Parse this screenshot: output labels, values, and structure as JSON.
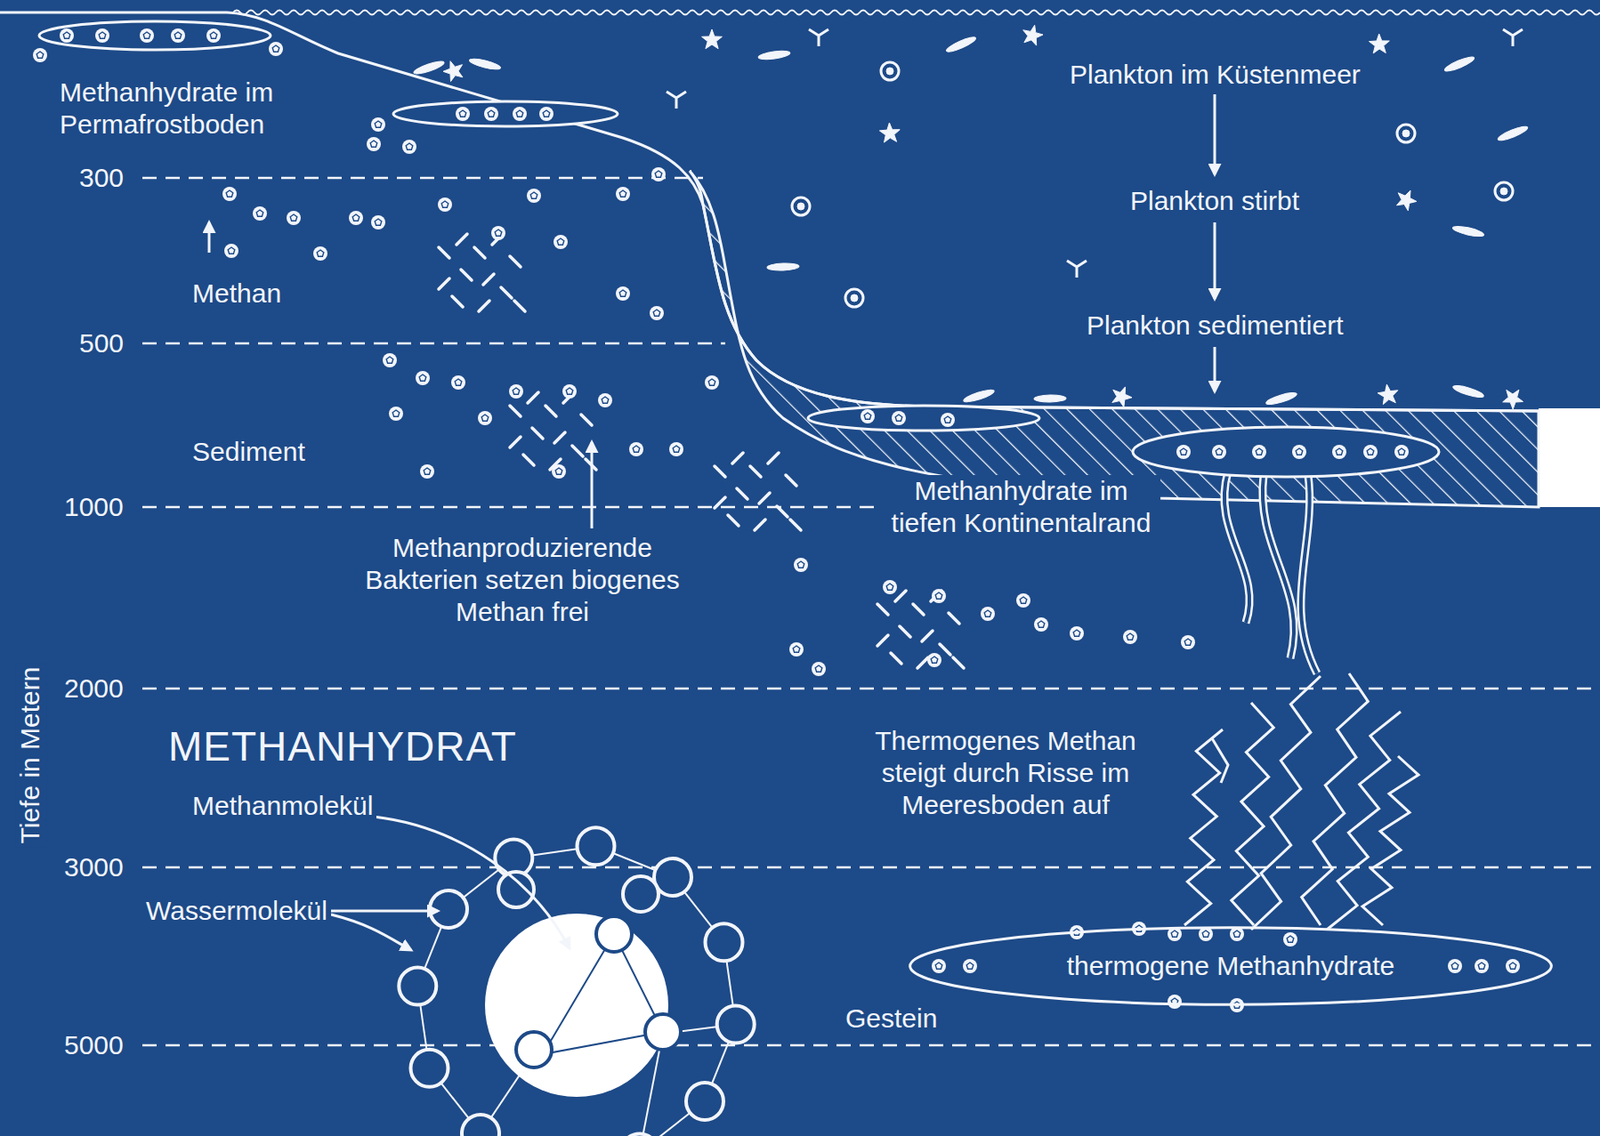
{
  "diagram": {
    "nodes": [
      {
        "text": [
          "thermogene Methanhydrate"
        ]
      }
    ],
    "labels": [
      "Methanhydrate im Permafrostboden",
      "300",
      "Methan",
      "500",
      "Sediment",
      "1000",
      "Methanproduzierende Bakterien setzen biogenes Methan frei",
      "Methanhydrate im tiefen Kontinentalrand",
      "2000",
      "METHANHYDRAT",
      "Methanmolekül",
      "Wassermolekül",
      "3000",
      "5000",
      "Tiefe in Metern",
      "Plankton im Küstenmeer",
      "Plankton stirbt",
      "Plankton sedimentiert",
      "Thermogenes Methan steigt durch Risse im Meeresboden auf",
      "Gestein"
    ]
  }
}
